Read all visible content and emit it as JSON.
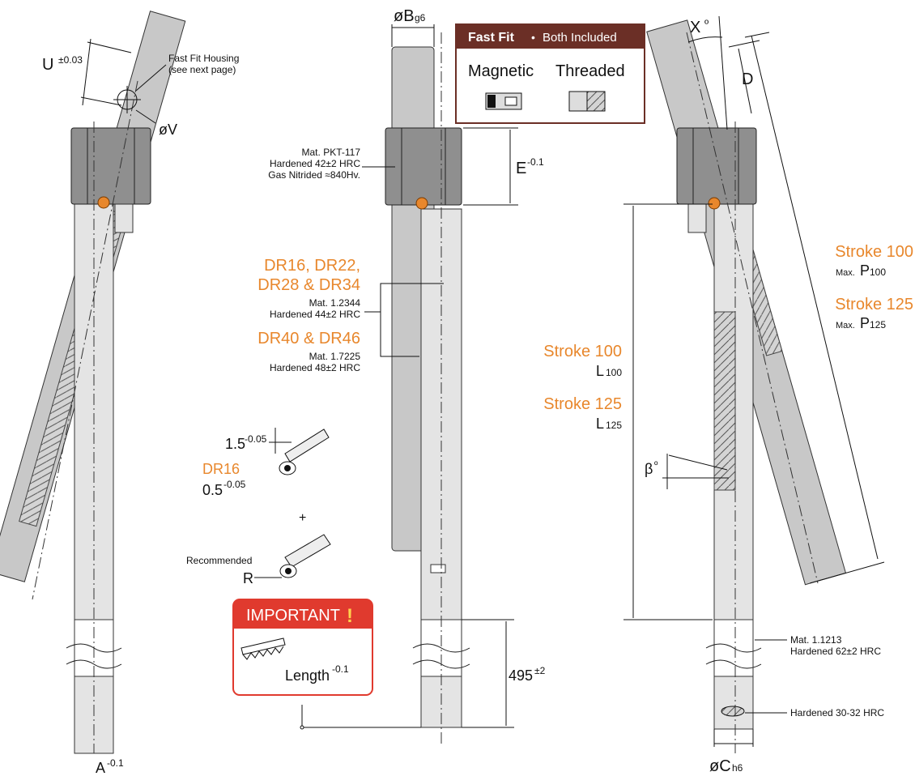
{
  "left_view": {
    "u_dim": "U",
    "u_tol": "±0.03",
    "housing_note_1": "Fast Fit Housing",
    "housing_note_2": "(see next page)",
    "v_dim": "øV",
    "a_dim": "A",
    "a_tol": "-0.1"
  },
  "center_view": {
    "b_dim": "øB",
    "b_tol": "g6",
    "mat_pkt_1": "Mat. PKT-117",
    "mat_pkt_2": "Hardened 42±2 HRC",
    "mat_pkt_3": "Gas Nitrided ≈840Hv.",
    "e_dim": "E",
    "e_tol": "-0.1",
    "group1_line1": "DR16, DR22,",
    "group1_line2": "DR28 & DR34",
    "group1_mat": "Mat. 1.2344",
    "group1_hard": "Hardened 44±2 HRC",
    "group2_title": "DR40 & DR46",
    "group2_mat": "Mat. 1.7225",
    "group2_hard": "Hardened 48±2 HRC",
    "flat_val": "1.5",
    "flat_tol": "-0.05",
    "dr16_label": "DR16",
    "step_val": "0.5",
    "step_tol": "-0.05",
    "plus": "+",
    "recommended": "Recommended",
    "r_dim": "R",
    "important_title": "IMPORTANT",
    "important_mark": "!",
    "length_label": "Length",
    "length_tol": "-0.1",
    "total_val": "495",
    "total_tol": "±2"
  },
  "fast_fit": {
    "title": "Fast Fit",
    "dot": "•",
    "subtitle": "Both Included",
    "magnetic": "Magnetic",
    "threaded": "Threaded"
  },
  "right_view": {
    "x_dim": "X",
    "x_unit": "º",
    "d_dim": "D",
    "stroke100_p": "Stroke 100",
    "p100_max": "Max.",
    "p100": "P",
    "p100_sub": "100",
    "stroke125_p": "Stroke 125",
    "p125_max": "Max.",
    "p125": "P",
    "p125_sub": "125",
    "stroke100_l": "Stroke 100",
    "l100": "L",
    "l100_sub": "100",
    "stroke125_l": "Stroke 125",
    "l125": "L",
    "l125_sub": "125",
    "beta": "β",
    "beta_unit": "º",
    "mat_shank_1": "Mat. 1.1213",
    "mat_shank_2": "Hardened 62±2 HRC",
    "mat_end": "Hardened 30-32 HRC",
    "c_dim": "øC",
    "c_tol": "h6"
  },
  "colors": {
    "accent": "#e8872c",
    "fastfit_header": "#6b2f26",
    "important_red": "#e03a2e"
  }
}
